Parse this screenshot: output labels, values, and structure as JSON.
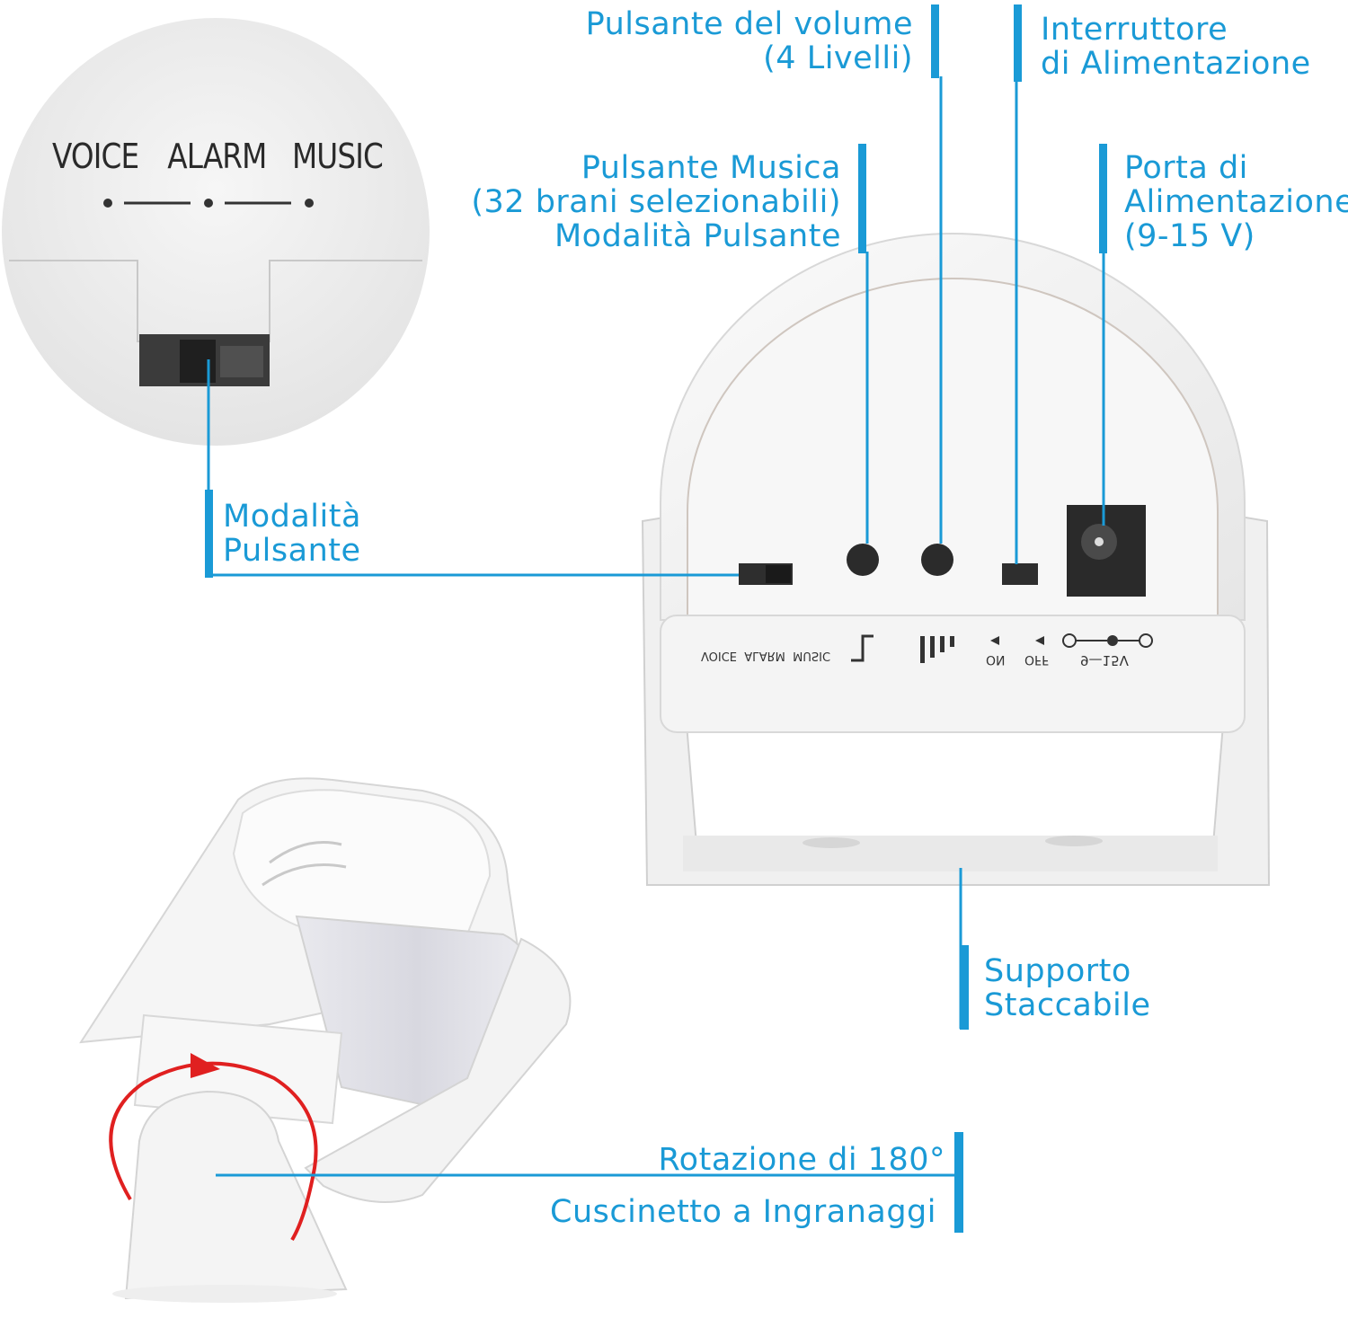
{
  "callouts": {
    "volume": {
      "line1": "Pulsante del volume",
      "line2": "(4 Livelli)"
    },
    "power_switch": {
      "line1": "Interruttore",
      "line2": "di Alimentazione"
    },
    "music": {
      "line1": "Pulsante Musica",
      "line2": "(32 brani selezionabili)",
      "line3": "Modalità Pulsante"
    },
    "power_port": {
      "line1": "Porta di",
      "line2": "Alimentazione",
      "line3": "(9-15 V)"
    },
    "mode": {
      "line1": "Modalità",
      "line2": "Pulsante"
    },
    "bracket": {
      "line1": "Supporto",
      "line2": "Staccabile"
    },
    "rotation": {
      "line1": "Rotazione di 180°",
      "line2": "Cuscinetto a Ingranaggi"
    }
  },
  "zoom_panel": {
    "label_voice": "VOICE",
    "label_alarm": "ALARM",
    "label_music": "MUSIC"
  },
  "device_labels": {
    "mode_small": "VOICE  ALARM  MUSIC",
    "on": "ON",
    "off": "OFF",
    "voltage": "9—15V"
  },
  "colors": {
    "accent": "#1a9ad6",
    "rotation_arrow": "#e02020",
    "device": "#f2f2f2"
  }
}
